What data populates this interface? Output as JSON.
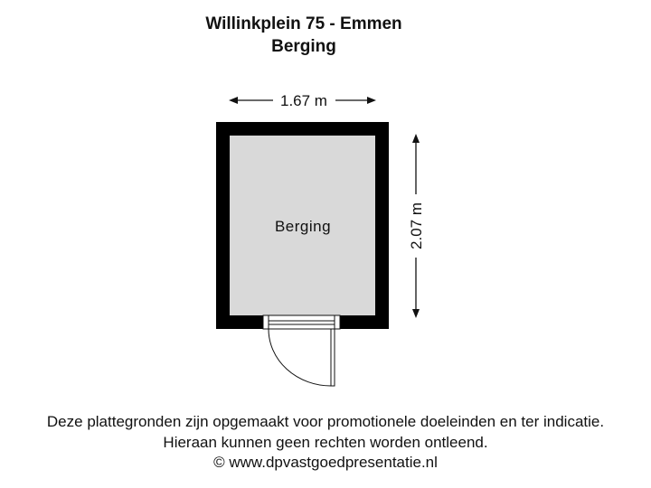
{
  "header": {
    "address": "Willinkplein 75 - Emmen",
    "floor": "Berging"
  },
  "plan": {
    "room_label": "Berging",
    "width_label": "1.67 m",
    "height_label": "2.07 m"
  },
  "footer": {
    "line1": "Deze plattegronden zijn opgemaakt voor promotionele doeleinden en ter indicatie.",
    "line2": "Hieraan kunnen geen rechten worden ontleend.",
    "line3": "© www.dpvastgoedpresentatie.nl"
  },
  "colors": {
    "wall": "#000000",
    "floor": "#d9d9d9",
    "line": "#111111"
  }
}
